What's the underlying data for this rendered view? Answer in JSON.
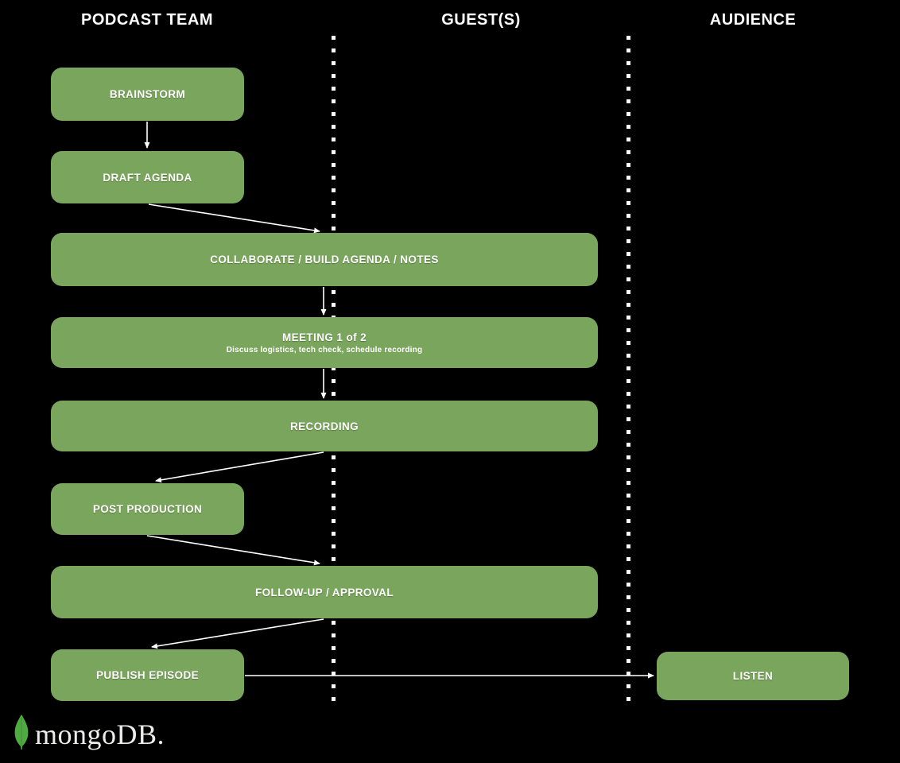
{
  "lanes": [
    {
      "id": "podcast-team",
      "label": "PODCAST TEAM"
    },
    {
      "id": "guests",
      "label": "GUEST(S)"
    },
    {
      "id": "audience",
      "label": "AUDIENCE"
    }
  ],
  "nodes": {
    "brainstorm": {
      "label": "BRAINSTORM"
    },
    "draft_agenda": {
      "label": "DRAFT AGENDA"
    },
    "collaborate": {
      "label": "COLLABORATE / BUILD AGENDA / NOTES"
    },
    "meeting": {
      "label": "MEETING 1 of 2",
      "sublabel": "Discuss logistics, tech check, schedule recording"
    },
    "recording": {
      "label": "RECORDING"
    },
    "post_production": {
      "label": "POST PRODUCTION"
    },
    "follow_up": {
      "label": "FOLLOW-UP / APPROVAL"
    },
    "publish_episode": {
      "label": "PUBLISH EPISODE"
    },
    "listen": {
      "label": "LISTEN"
    }
  },
  "edges": [
    {
      "from": "brainstorm",
      "to": "draft_agenda"
    },
    {
      "from": "draft_agenda",
      "to": "collaborate"
    },
    {
      "from": "collaborate",
      "to": "meeting"
    },
    {
      "from": "meeting",
      "to": "recording"
    },
    {
      "from": "recording",
      "to": "post_production"
    },
    {
      "from": "post_production",
      "to": "follow_up"
    },
    {
      "from": "follow_up",
      "to": "publish_episode"
    },
    {
      "from": "publish_episode",
      "to": "listen"
    }
  ],
  "logo": {
    "text": "mongoDB."
  },
  "colors": {
    "background": "#000000",
    "node_fill": "#7aa55c",
    "node_text": "#ffffff",
    "divider_dot": "#ffffff",
    "arrow": "#ffffff",
    "leaf_green": "#4faa41"
  }
}
